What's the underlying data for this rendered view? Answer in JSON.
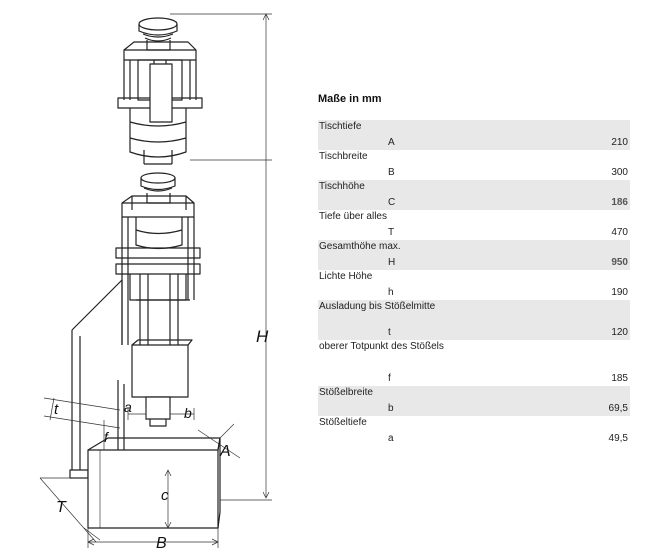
{
  "title": "Maße in mm",
  "drawing": {
    "labels": {
      "H": "H",
      "t": "t",
      "a": "a",
      "b": "b",
      "f": "f",
      "A": "A",
      "c": "c",
      "T": "T",
      "B": "B"
    }
  },
  "rows": [
    {
      "label": "Tischtiefe",
      "symbol": "A",
      "value": "210",
      "shade": true,
      "emphasis": false
    },
    {
      "label": "Tischbreite",
      "symbol": "B",
      "value": "300",
      "shade": false,
      "emphasis": false
    },
    {
      "label": "Tischhöhe",
      "symbol": "C",
      "value": "186",
      "shade": true,
      "emphasis": true
    },
    {
      "label": "Tiefe über alles",
      "symbol": "T",
      "value": "470",
      "shade": false,
      "emphasis": false
    },
    {
      "label": "Gesamthöhe max.",
      "symbol": "H",
      "value": "950",
      "shade": true,
      "emphasis": true
    },
    {
      "label": "Lichte Höhe",
      "symbol": "h",
      "value": "190",
      "shade": false,
      "emphasis": false
    },
    {
      "label": "Ausladung bis Stößelmitte",
      "symbol": "t",
      "value": "120",
      "shade": true,
      "emphasis": false
    },
    {
      "label": "oberer Totpunkt des Stößels",
      "symbol": "f",
      "value": "185",
      "shade": false,
      "emphasis": false
    },
    {
      "label": "Stößelbreite",
      "symbol": "b",
      "value": "69,5",
      "shade": true,
      "emphasis": false
    },
    {
      "label": "Stößeltiefe",
      "symbol": "a",
      "value": "49,5",
      "shade": false,
      "emphasis": false
    }
  ]
}
